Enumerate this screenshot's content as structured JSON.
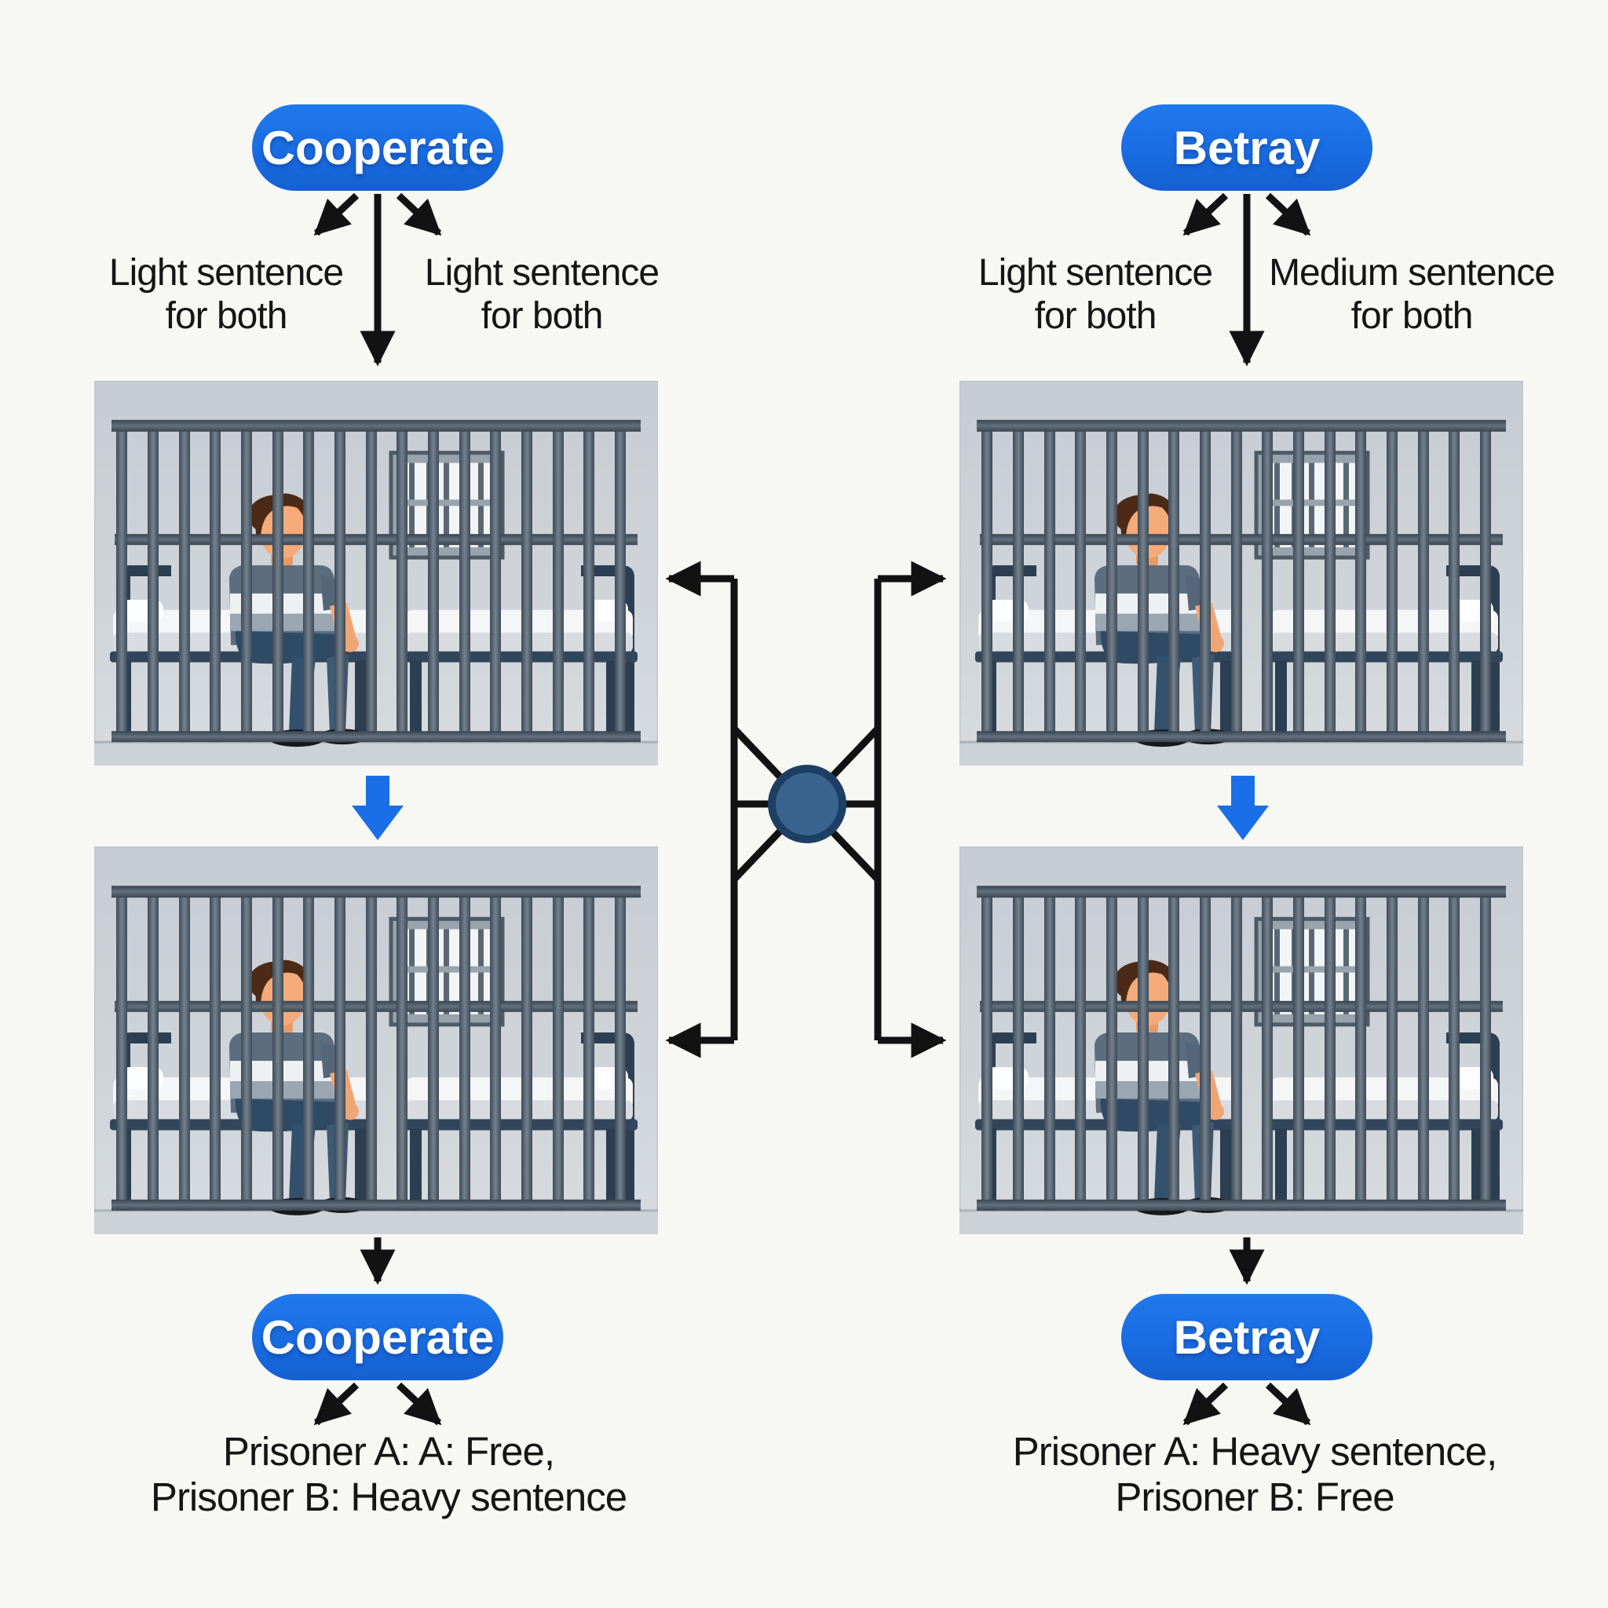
{
  "diagram": {
    "title_implied": "Prisoner's Dilemma choices",
    "background_color": "#f7f7f4",
    "pill_color": "#1a6ce2",
    "arrow_color": "#121212",
    "blue_arrow_color": "#1a6fe8",
    "hub_fill": "#3a6390",
    "hub_stroke": "#1c3f63",
    "text_color": "#151515"
  },
  "sections": {
    "top_left": {
      "pill_label": "Cooperate",
      "outcomes": [
        {
          "line1": "Light sentence",
          "line2": "for both"
        },
        {
          "line1": "Light sentence",
          "line2": "for both"
        }
      ]
    },
    "top_right": {
      "pill_label": "Betray",
      "outcomes": [
        {
          "line1": "Light sentence",
          "line2": "for both"
        },
        {
          "line1": "Medium sentence",
          "line2": "for both"
        }
      ]
    },
    "bottom_left": {
      "pill_label": "Cooperate",
      "result": {
        "line1": "Prisoner A: A: Free,",
        "line2": "Prisoner B: Heavy sentence"
      }
    },
    "bottom_right": {
      "pill_label": "Betray",
      "result": {
        "line1": "Prisoner A: Heavy sentence,",
        "line2": "Prisoner B: Free"
      }
    }
  },
  "icons": {
    "cell": "prison-cell-illustration",
    "hub": "decision-hub-node",
    "blue_arrow": "blue-down-arrow",
    "flow_arrow": "black-flow-arrow"
  }
}
